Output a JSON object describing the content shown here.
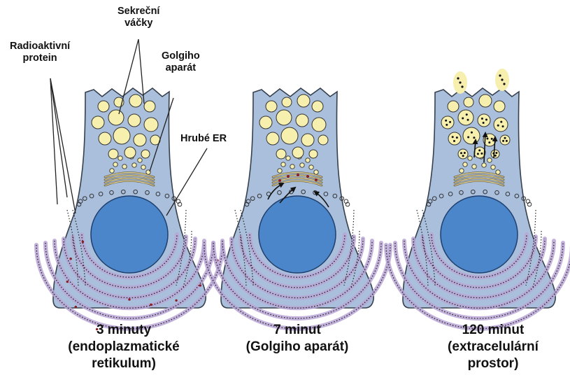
{
  "colors": {
    "cell": "#a9bfdc",
    "cell_outline": "#37404d",
    "nucleus": "#4a86c9",
    "vesicle": "#f7efae",
    "er_fold": "#b9a6d6",
    "radioactive": "#8b1f2a"
  },
  "annotations": {
    "secretory": [
      "Sekreční",
      "váčky"
    ],
    "radioactive": [
      "Radioaktivní",
      "protein"
    ],
    "golgi": [
      "Golgiho",
      "aparát"
    ],
    "rough_er": "Hrubé ER"
  },
  "panels": [
    {
      "caption": [
        "3 minuty",
        "(endoplazmatické",
        "retikulum)"
      ]
    },
    {
      "caption": [
        "7 minut",
        "(Golgiho aparát)"
      ]
    },
    {
      "caption": [
        "120 minut",
        "(extracelulární",
        "prostor)"
      ]
    }
  ]
}
